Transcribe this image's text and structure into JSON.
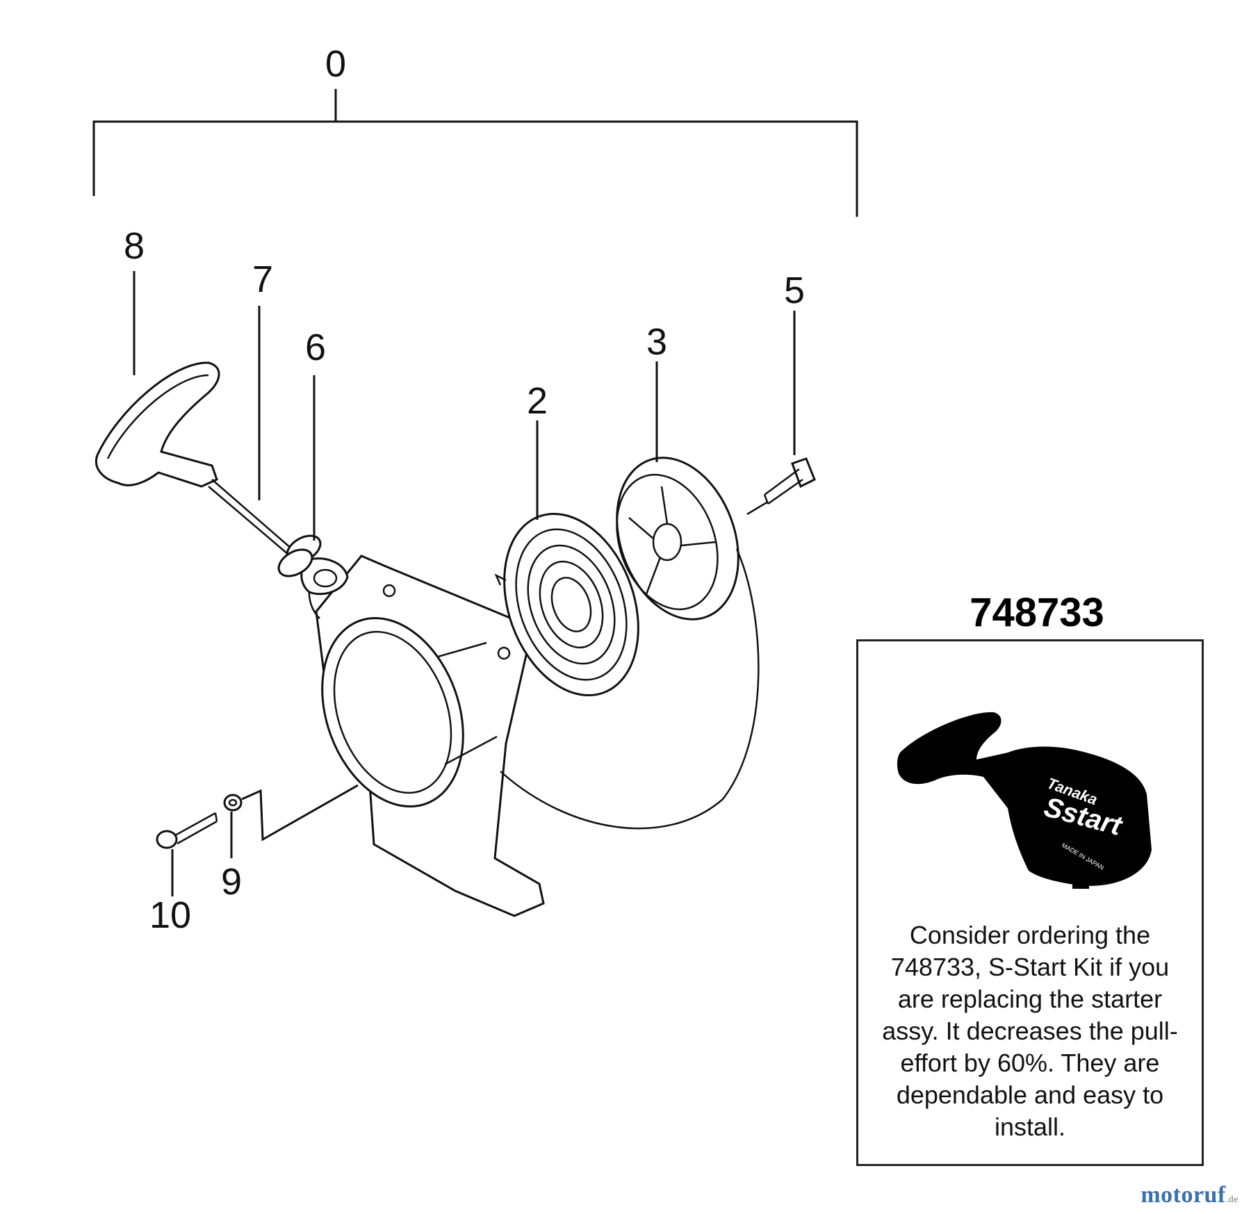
{
  "callouts": {
    "c0": "0",
    "c2": "2",
    "c3": "3",
    "c5": "5",
    "c6": "6",
    "c7": "7",
    "c8": "8",
    "c9": "9",
    "c10": "10"
  },
  "kit": {
    "part_number": "748733",
    "note": "Consider ordering the 748733, S-Start Kit if  you are replacing the starter assy. It decreases the pull-effort by 60%. They are dependable and easy to install.",
    "photo_brand": "Tanaka",
    "photo_logo": "Sstart",
    "photo_small_print": "MADE IN JAPAN"
  },
  "watermark": {
    "name": "motoruf",
    "suffix": ".de"
  }
}
